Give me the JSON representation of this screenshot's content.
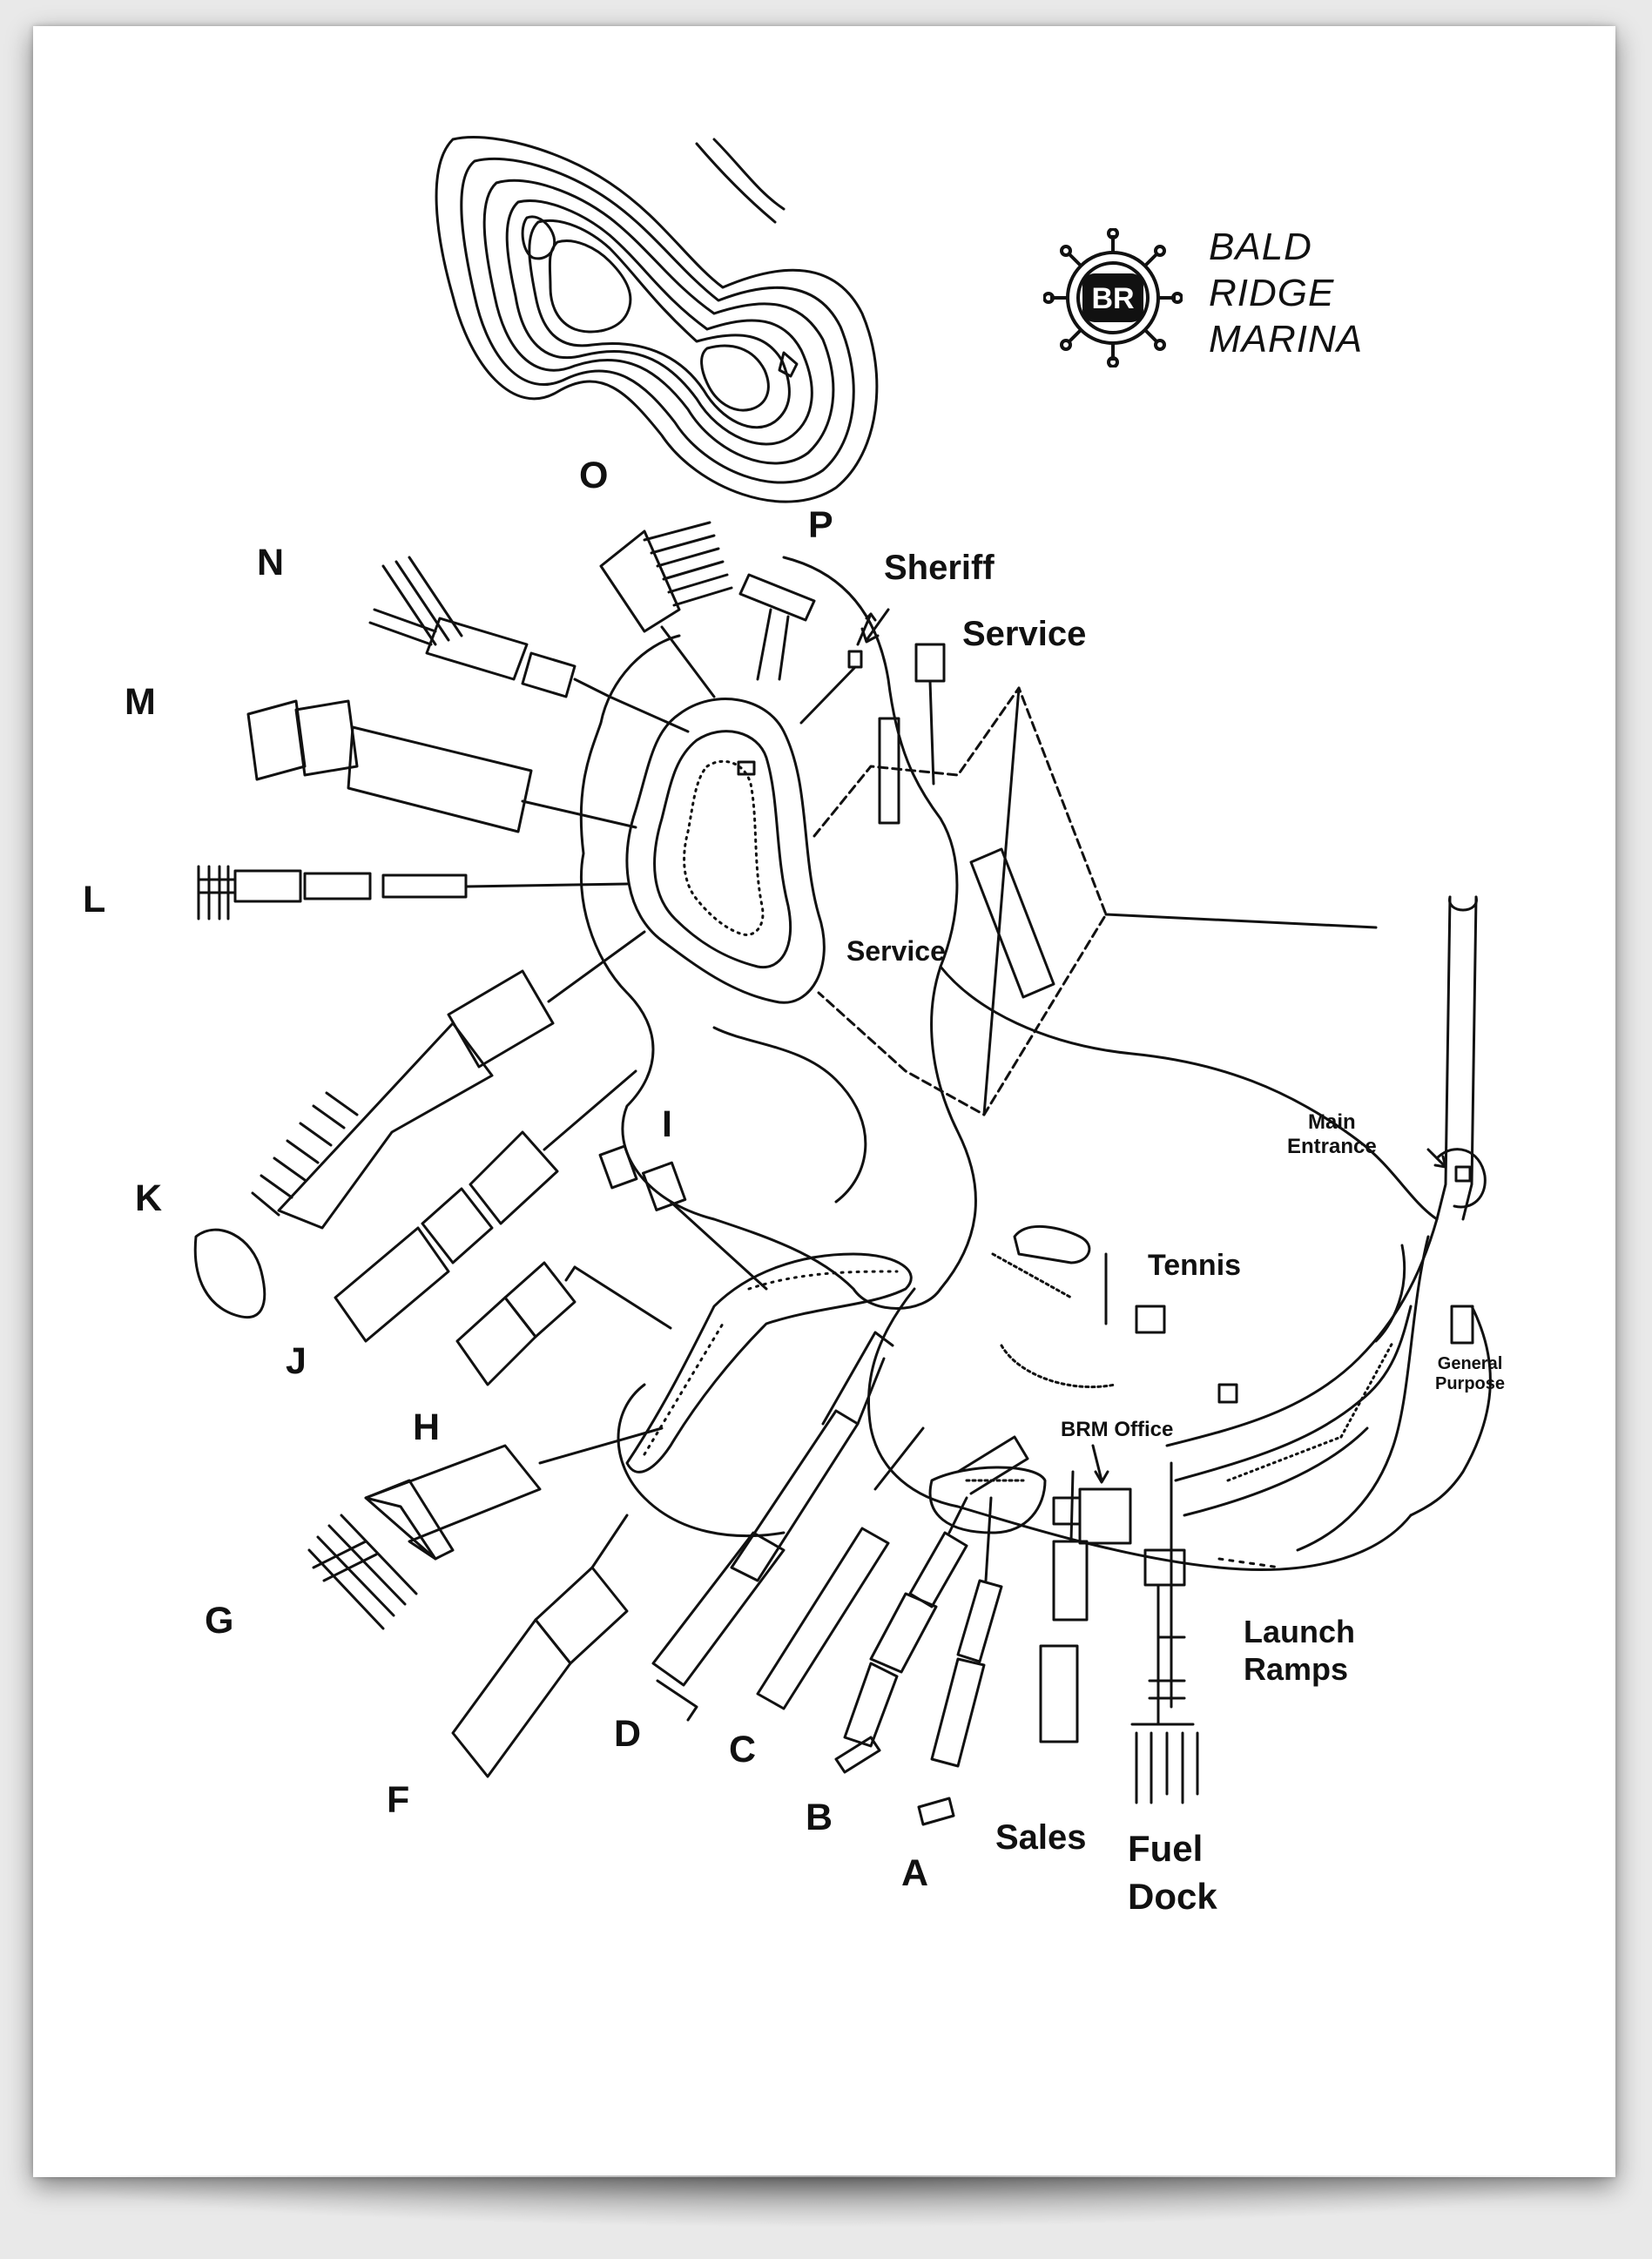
{
  "brand": {
    "line1": "BALD",
    "line2": "RIDGE",
    "line3": "MARINA",
    "logo_text": "BR",
    "logo_icon": "ships-wheel-icon"
  },
  "docks": [
    "A",
    "B",
    "C",
    "D",
    "F",
    "G",
    "H",
    "I",
    "J",
    "K",
    "L",
    "M",
    "N",
    "O",
    "P"
  ],
  "labels": {
    "sheriff": "Sheriff",
    "service_top": "Service",
    "service_mid": "Service",
    "tennis": "Tennis",
    "main_entrance_1": "Main",
    "main_entrance_2": "Entrance",
    "general_1": "General",
    "general_2": "Purpose",
    "brm_office": "BRM Office",
    "launch_1": "Launch",
    "launch_2": "Ramps",
    "sales": "Sales",
    "fuel_1": "Fuel",
    "fuel_2": "Dock"
  },
  "colors": {
    "ink": "#111111",
    "paper": "#ffffff",
    "background": "#e9e9e9"
  }
}
